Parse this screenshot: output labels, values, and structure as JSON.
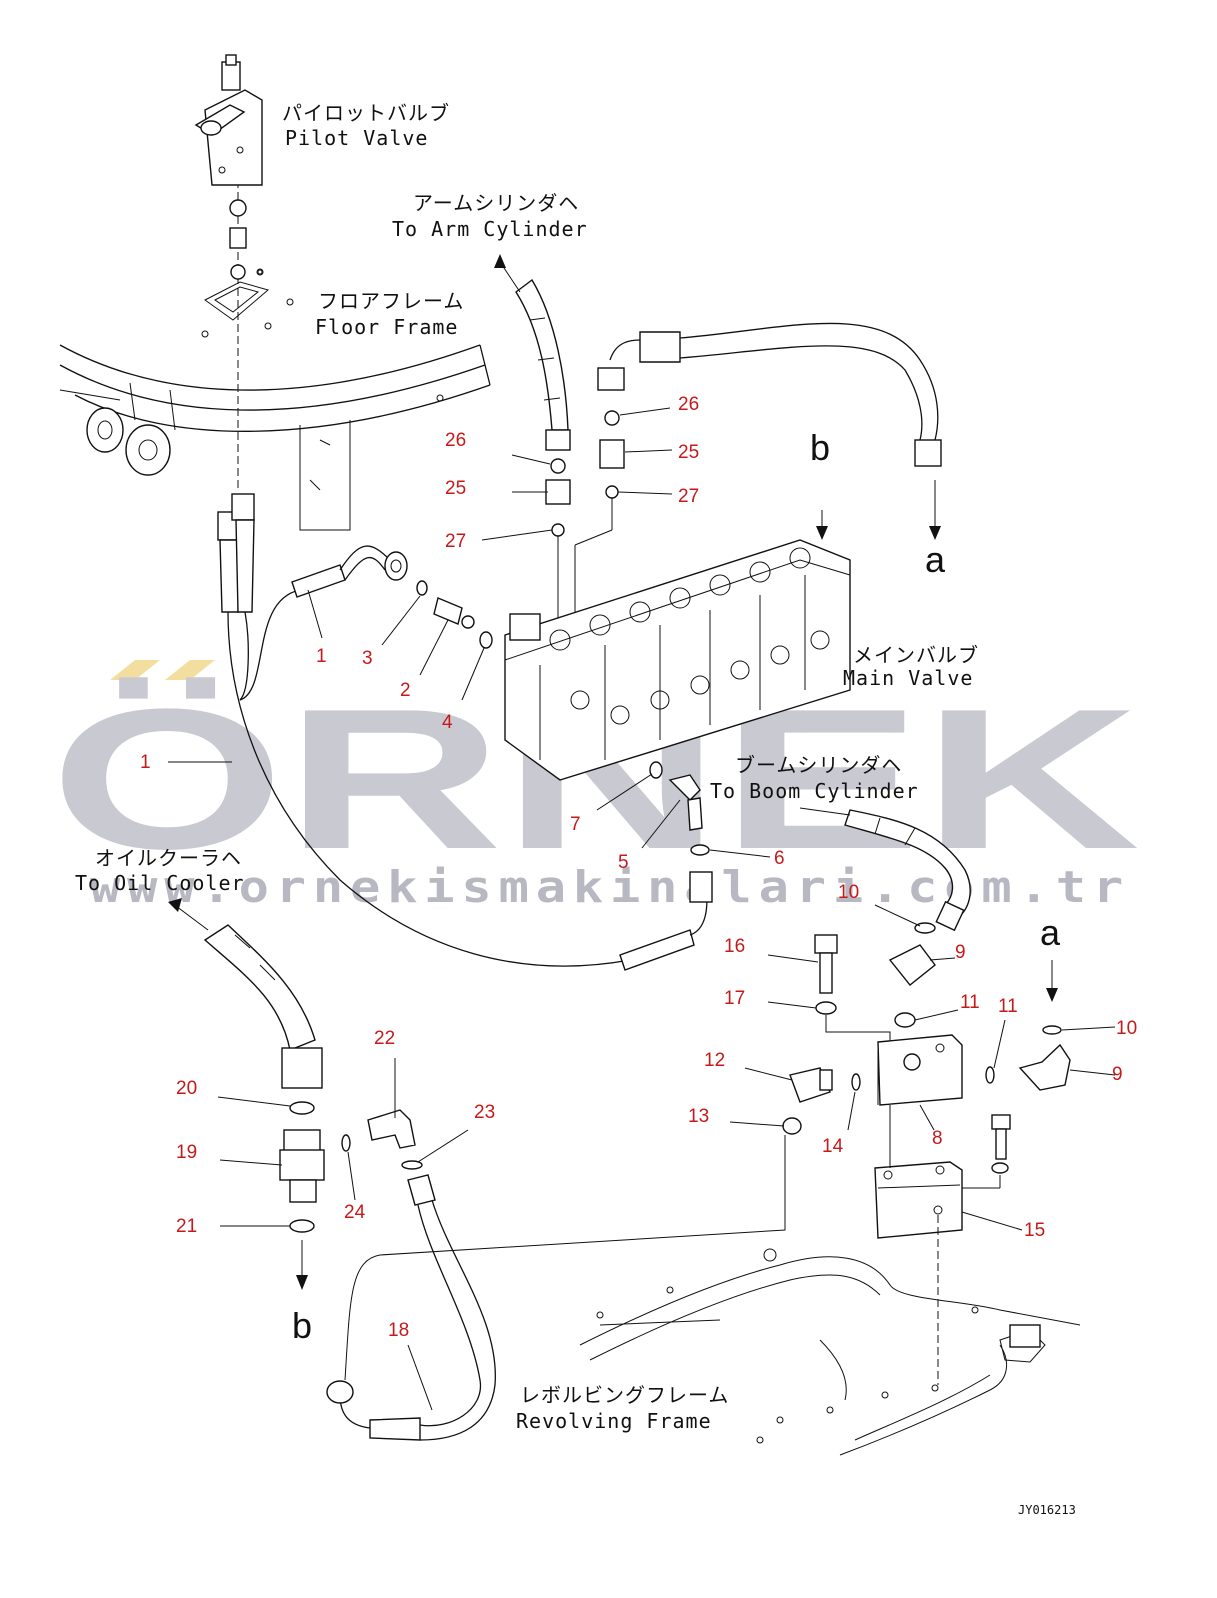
{
  "labels": {
    "pilot_valve_jp": "パイロットバルブ",
    "pilot_valve_en": "Pilot Valve",
    "arm_cyl_jp": "アームシリンダヘ",
    "arm_cyl_en": "To Arm Cylinder",
    "floor_frame_jp": "フロアフレーム",
    "floor_frame_en": "Floor Frame",
    "main_valve_jp": "メインバルブ",
    "main_valve_en": "Main Valve",
    "boom_cyl_jp": "ブームシリンダヘ",
    "boom_cyl_en": "To Boom Cylinder",
    "oil_cooler_jp": "オイルクーラヘ",
    "oil_cooler_en": "To Oil Cooler",
    "revolving_frame_jp": "レボルビングフレーム",
    "revolving_frame_en": "Revolving Frame"
  },
  "connectors": {
    "a_top": "a",
    "b_top": "b",
    "a_right": "a",
    "b_bottom": "b"
  },
  "part_numbers": {
    "p1a": "1",
    "p1b": "1",
    "p2": "2",
    "p3": "3",
    "p4": "4",
    "p5": "5",
    "p6": "6",
    "p7": "7",
    "p8": "8",
    "p9a": "9",
    "p9b": "9",
    "p10a": "10",
    "p10b": "10",
    "p11a": "11",
    "p11b": "11",
    "p12": "12",
    "p13": "13",
    "p14": "14",
    "p15": "15",
    "p16": "16",
    "p17": "17",
    "p18": "18",
    "p19": "19",
    "p20": "20",
    "p21": "21",
    "p22": "22",
    "p23": "23",
    "p24": "24",
    "p25a": "25",
    "p25b": "25",
    "p26a": "26",
    "p26b": "26",
    "p27a": "27",
    "p27b": "27"
  },
  "drawing_code": "JY016213",
  "watermark": {
    "brand": "ÖRNEK",
    "url": "www.ornekismakinalari.com.tr"
  },
  "colors": {
    "part_number": "#c61a1a",
    "line": "#111111",
    "watermark": "#c9c9d2",
    "watermark_accent": "#f3dea0"
  }
}
